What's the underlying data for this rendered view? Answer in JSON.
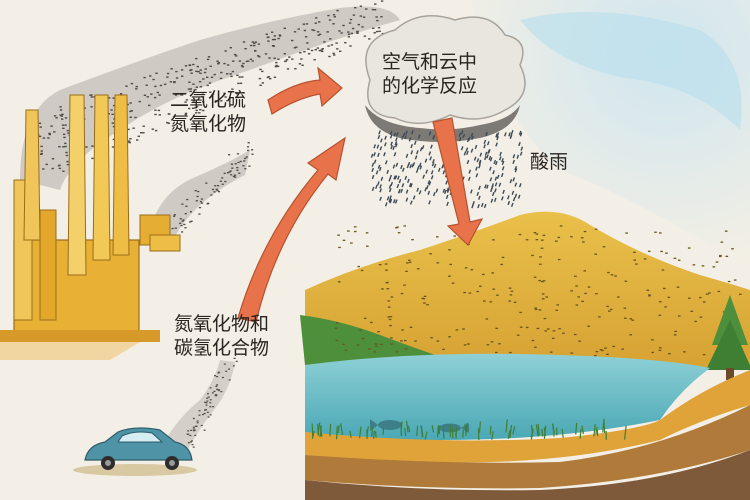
{
  "labels": {
    "factory_emission": [
      "二氧化硫",
      "氮氧化物"
    ],
    "cloud_reaction": [
      "空气和云中",
      "的化学反应"
    ],
    "acid_rain": "酸雨",
    "car_emission": [
      "氮氧化物和",
      "碳氢化合物"
    ]
  },
  "colors": {
    "sky": "#d9e9ee",
    "smoke": "#5a5754",
    "arrow": "#e8734a",
    "mountain": "#e2b23e",
    "factory": "#e8b136",
    "lake": "#5fb8c4",
    "car": "#4f93a6",
    "grass": "#6fa23c"
  },
  "icons": [
    "factory-icon",
    "car-icon",
    "cloud-icon",
    "fish-icon",
    "tree-icon"
  ]
}
